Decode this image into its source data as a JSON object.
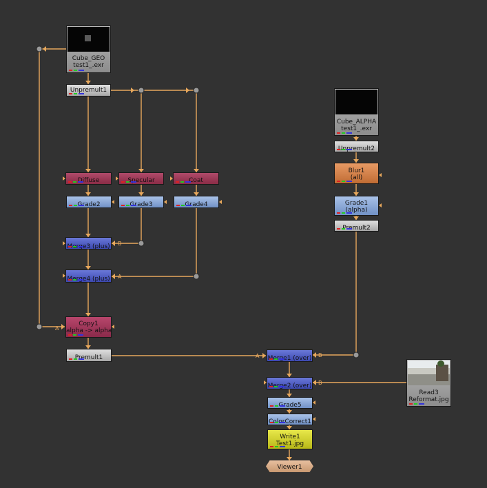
{
  "nodes": {
    "cube_geo": {
      "label": "Cube_GEO",
      "sub": "test1_.exr"
    },
    "cube_alpha": {
      "label": "Cube_ALPHA",
      "sub": "test1_.exr"
    },
    "unpremult1": {
      "label": "Unpremult1"
    },
    "unpremult2": {
      "label": "Unpremult2"
    },
    "diffuse": {
      "label": "Diffuse"
    },
    "specular": {
      "label": "Specular"
    },
    "coat": {
      "label": "Coat"
    },
    "grade2": {
      "label": "Grade2"
    },
    "grade3": {
      "label": "Grade3"
    },
    "grade4": {
      "label": "Grade4"
    },
    "merge3": {
      "label": "Merge3 (plus)"
    },
    "merge4": {
      "label": "Merge4 (plus)"
    },
    "copy1": {
      "label": "Copy1",
      "sub": "alpha -> alpha"
    },
    "premult1": {
      "label": "Premult1"
    },
    "blur1": {
      "label": "Blur1",
      "sub": "(all)"
    },
    "grade1": {
      "label": "Grade1",
      "sub": "(alpha)"
    },
    "premult2": {
      "label": "Premult2"
    },
    "merge1": {
      "label": "Merge1 (over)"
    },
    "merge2": {
      "label": "Merge2 (over)"
    },
    "read3": {
      "label": "Read3",
      "sub": "Reformat.jpg"
    },
    "grade5": {
      "label": "Grade5"
    },
    "colorcorrect1": {
      "label": "ColorCorrect1"
    },
    "write1": {
      "label": "Write1",
      "sub": "Test1.jpg"
    },
    "viewer1": {
      "label": "Viewer1"
    }
  },
  "input_labels": {
    "a": "A",
    "b": "B"
  },
  "colors": {
    "background": "#323232",
    "wire": "#e8a85c",
    "read_node": "#a8a8a8",
    "shuffle_node": "#9a3a58",
    "grade_node": "#8aa6d6",
    "merge_node": "#5060c4",
    "blur_node": "#d4824c",
    "write_node": "#d0d030"
  }
}
